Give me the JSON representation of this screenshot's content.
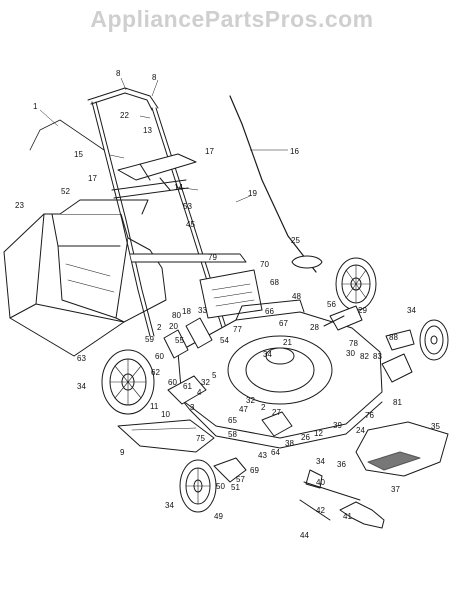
{
  "header": {
    "title": "AppliancePartsPros.com"
  },
  "diagram": {
    "callouts": [
      "1",
      "8",
      "8",
      "22",
      "13",
      "15",
      "17",
      "17",
      "14",
      "53",
      "16",
      "19",
      "45",
      "52",
      "23",
      "25",
      "70",
      "79",
      "68",
      "48",
      "56",
      "29",
      "34",
      "88",
      "82",
      "83",
      "30",
      "78",
      "28",
      "67",
      "66",
      "77",
      "54",
      "33",
      "18",
      "80",
      "20",
      "2",
      "55",
      "59",
      "21",
      "34",
      "60",
      "62",
      "61",
      "5",
      "32",
      "4",
      "63",
      "34",
      "60",
      "11",
      "10",
      "3",
      "9",
      "75",
      "58",
      "47",
      "65",
      "32",
      "27",
      "2",
      "38",
      "12",
      "39",
      "24",
      "35",
      "81",
      "76",
      "26",
      "36",
      "64",
      "43",
      "57",
      "51",
      "50",
      "49",
      "34",
      "69",
      "40",
      "37",
      "42",
      "41",
      "44",
      "34"
    ],
    "colors": {
      "line": "#1a1a1a",
      "fill": "#ffffff",
      "shade": "#9a9a9a"
    }
  }
}
